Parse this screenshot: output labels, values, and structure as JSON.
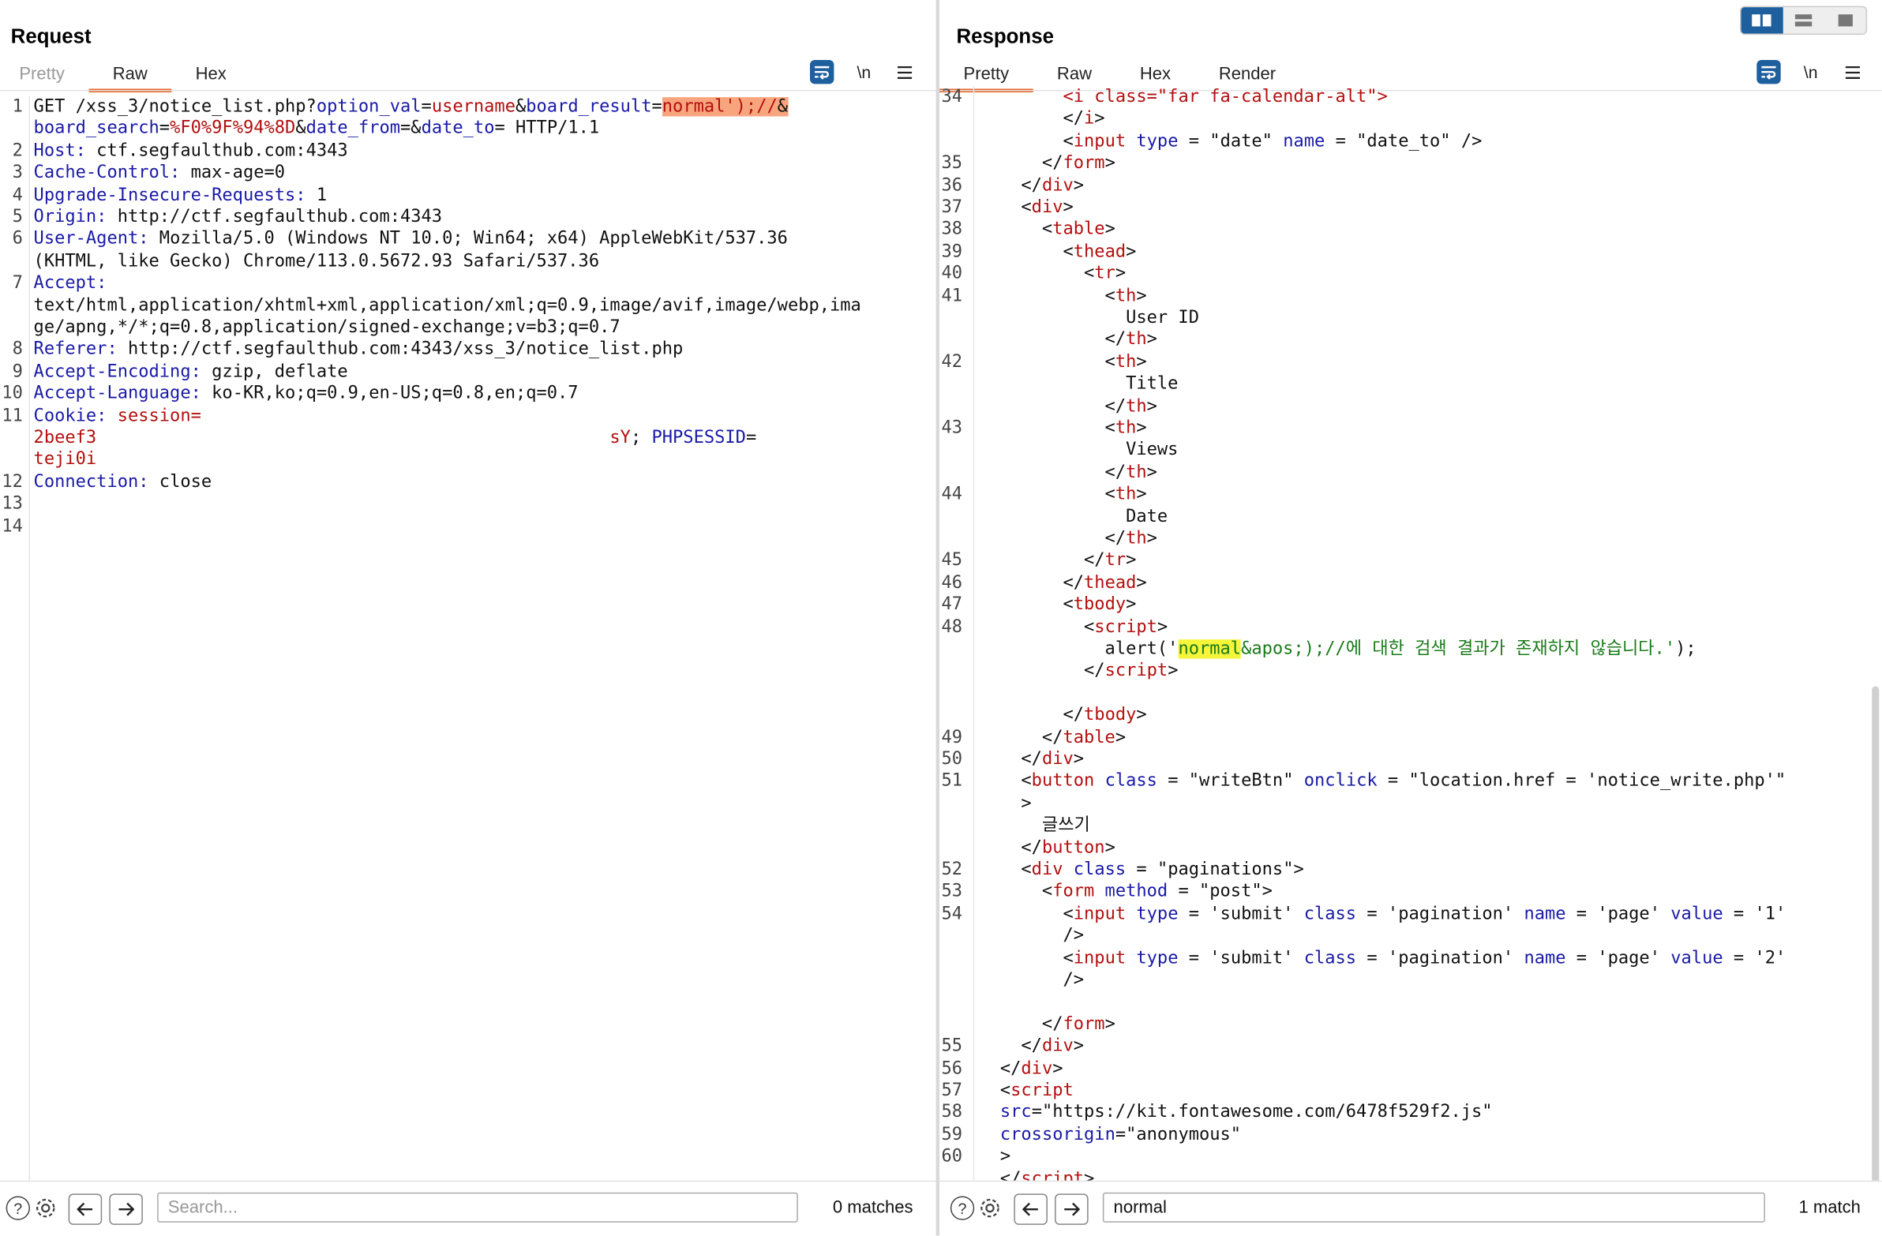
{
  "request": {
    "title": "Request",
    "tabs": [
      "Pretty",
      "Raw",
      "Hex"
    ],
    "active_tab": "Raw",
    "newline_label": "\\n",
    "search_placeholder": "Search...",
    "matches": "0 matches"
  },
  "response": {
    "title": "Response",
    "tabs": [
      "Pretty",
      "Raw",
      "Hex",
      "Render"
    ],
    "active_tab": "Pretty",
    "newline_label": "\\n",
    "search_value": "normal",
    "matches": "1 match"
  },
  "icons": {
    "wrap": "wrap-lines-icon",
    "menu": "hamburger-menu-icon",
    "help": "help-icon",
    "settings": "gear-icon",
    "back": "arrow-left-icon",
    "forward": "arrow-right-icon",
    "layout": [
      "split-horizontal-icon",
      "split-vertical-icon",
      "single-pane-icon"
    ]
  },
  "colors": {
    "accent": "#e8652a",
    "highlight_request": "#f8a57e",
    "highlight_response": "#f6f53a",
    "key": "#1a1aa6",
    "value": "#b31010"
  },
  "request_lines": [
    {
      "n": "1",
      "segs": [
        [
          "GET /xss_3/notice_list.php?",
          ""
        ],
        [
          "option_val",
          "k"
        ],
        [
          "=",
          ""
        ],
        [
          "username",
          "v"
        ],
        [
          "&",
          ""
        ],
        [
          "board_result",
          "k"
        ],
        [
          "=",
          ""
        ],
        [
          "normal');//",
          "v hl"
        ],
        [
          "&",
          "hl"
        ]
      ]
    },
    {
      "n": "",
      "segs": [
        [
          "board_search",
          "k"
        ],
        [
          "=",
          ""
        ],
        [
          "%F0%9F%94%8D",
          "v"
        ],
        [
          "&",
          ""
        ],
        [
          "date_from",
          "k"
        ],
        [
          "=&",
          ""
        ],
        [
          "date_to",
          "k"
        ],
        [
          "= HTTP/1.1",
          ""
        ]
      ]
    },
    {
      "n": "2",
      "segs": [
        [
          "Host:",
          "k"
        ],
        [
          " ctf.segfaulthub.com:4343",
          ""
        ]
      ]
    },
    {
      "n": "3",
      "segs": [
        [
          "Cache-Control:",
          "k"
        ],
        [
          " max-age=0",
          ""
        ]
      ]
    },
    {
      "n": "4",
      "segs": [
        [
          "Upgrade-Insecure-Requests:",
          "k"
        ],
        [
          " 1",
          ""
        ]
      ]
    },
    {
      "n": "5",
      "segs": [
        [
          "Origin:",
          "k"
        ],
        [
          " http://ctf.segfaulthub.com:4343",
          ""
        ]
      ]
    },
    {
      "n": "6",
      "segs": [
        [
          "User-Agent:",
          "k"
        ],
        [
          " Mozilla/5.0 (Windows NT 10.0; Win64; x64) AppleWebKit/537.36",
          ""
        ]
      ]
    },
    {
      "n": "",
      "segs": [
        [
          "(KHTML, like Gecko) Chrome/113.0.5672.93 Safari/537.36",
          ""
        ]
      ]
    },
    {
      "n": "7",
      "segs": [
        [
          "Accept:",
          "k"
        ]
      ]
    },
    {
      "n": "",
      "segs": [
        [
          "text/html,application/xhtml+xml,application/xml;q=0.9,image/avif,image/webp,ima",
          ""
        ]
      ]
    },
    {
      "n": "",
      "segs": [
        [
          "ge/apng,*/*;q=0.8,application/signed-exchange;v=b3;q=0.7",
          ""
        ]
      ]
    },
    {
      "n": "8",
      "segs": [
        [
          "Referer:",
          "k"
        ],
        [
          " http://ctf.segfaulthub.com:4343/xss_3/notice_list.php",
          ""
        ]
      ]
    },
    {
      "n": "9",
      "segs": [
        [
          "Accept-Encoding:",
          "k"
        ],
        [
          " gzip, deflate",
          ""
        ]
      ]
    },
    {
      "n": "10",
      "segs": [
        [
          "Accept-Language:",
          "k"
        ],
        [
          " ko-KR,ko;q=0.9,en-US;q=0.8,en;q=0.7",
          ""
        ]
      ]
    },
    {
      "n": "11",
      "segs": [
        [
          "Cookie:",
          "k"
        ],
        [
          " session=",
          "v"
        ]
      ]
    },
    {
      "n": "",
      "segs": [
        [
          "2beef3",
          "v"
        ],
        [
          "                                                 ",
          ""
        ],
        [
          "sY",
          "v"
        ],
        [
          "; ",
          ""
        ],
        [
          "PHPSESSID",
          "k"
        ],
        [
          "=",
          ""
        ]
      ]
    },
    {
      "n": "",
      "segs": [
        [
          "teji0i",
          "v"
        ]
      ]
    },
    {
      "n": "12",
      "segs": [
        [
          "Connection:",
          "k"
        ],
        [
          " close",
          ""
        ]
      ]
    },
    {
      "n": "13",
      "segs": []
    },
    {
      "n": "14",
      "segs": []
    }
  ],
  "response_lines": [
    {
      "n": "34",
      "segs": [
        [
          "        ",
          ""
        ],
        [
          "<i class=\"far fa-calendar-alt\">",
          "t"
        ]
      ]
    },
    {
      "n": "",
      "segs": [
        [
          "        </",
          ""
        ],
        [
          "i",
          "t"
        ],
        [
          ">",
          ""
        ]
      ]
    },
    {
      "n": "",
      "segs": [
        [
          "        <",
          ""
        ],
        [
          "input",
          "t"
        ],
        [
          " type",
          "k"
        ],
        [
          " = ",
          ""
        ],
        [
          "\"date\"",
          "dark"
        ],
        [
          " name",
          "k"
        ],
        [
          " = ",
          ""
        ],
        [
          "\"date_to\"",
          "dark"
        ],
        [
          " />",
          ""
        ]
      ]
    },
    {
      "n": "35",
      "segs": [
        [
          "      </",
          ""
        ],
        [
          "form",
          "t"
        ],
        [
          ">",
          ""
        ]
      ]
    },
    {
      "n": "36",
      "segs": [
        [
          "    </",
          ""
        ],
        [
          "div",
          "t"
        ],
        [
          ">",
          ""
        ]
      ]
    },
    {
      "n": "37",
      "segs": [
        [
          "    <",
          ""
        ],
        [
          "div",
          "t"
        ],
        [
          ">",
          ""
        ]
      ]
    },
    {
      "n": "38",
      "segs": [
        [
          "      <",
          ""
        ],
        [
          "table",
          "t"
        ],
        [
          ">",
          ""
        ]
      ]
    },
    {
      "n": "39",
      "segs": [
        [
          "        <",
          ""
        ],
        [
          "thead",
          "t"
        ],
        [
          ">",
          ""
        ]
      ]
    },
    {
      "n": "40",
      "segs": [
        [
          "          <",
          ""
        ],
        [
          "tr",
          "t"
        ],
        [
          ">",
          ""
        ]
      ]
    },
    {
      "n": "41",
      "segs": [
        [
          "            <",
          ""
        ],
        [
          "th",
          "t"
        ],
        [
          ">",
          ""
        ]
      ]
    },
    {
      "n": "",
      "segs": [
        [
          "              User ID",
          ""
        ]
      ]
    },
    {
      "n": "",
      "segs": [
        [
          "            </",
          ""
        ],
        [
          "th",
          "t"
        ],
        [
          ">",
          ""
        ]
      ]
    },
    {
      "n": "42",
      "segs": [
        [
          "            <",
          ""
        ],
        [
          "th",
          "t"
        ],
        [
          ">",
          ""
        ]
      ]
    },
    {
      "n": "",
      "segs": [
        [
          "              Title",
          ""
        ]
      ]
    },
    {
      "n": "",
      "segs": [
        [
          "            </",
          ""
        ],
        [
          "th",
          "t"
        ],
        [
          ">",
          ""
        ]
      ]
    },
    {
      "n": "43",
      "segs": [
        [
          "            <",
          ""
        ],
        [
          "th",
          "t"
        ],
        [
          ">",
          ""
        ]
      ]
    },
    {
      "n": "",
      "segs": [
        [
          "              Views",
          ""
        ]
      ]
    },
    {
      "n": "",
      "segs": [
        [
          "            </",
          ""
        ],
        [
          "th",
          "t"
        ],
        [
          ">",
          ""
        ]
      ]
    },
    {
      "n": "44",
      "segs": [
        [
          "            <",
          ""
        ],
        [
          "th",
          "t"
        ],
        [
          ">",
          ""
        ]
      ]
    },
    {
      "n": "",
      "segs": [
        [
          "              Date",
          ""
        ]
      ]
    },
    {
      "n": "",
      "segs": [
        [
          "            </",
          ""
        ],
        [
          "th",
          "t"
        ],
        [
          ">",
          ""
        ]
      ]
    },
    {
      "n": "45",
      "segs": [
        [
          "          </",
          ""
        ],
        [
          "tr",
          "t"
        ],
        [
          ">",
          ""
        ]
      ]
    },
    {
      "n": "46",
      "segs": [
        [
          "        </",
          ""
        ],
        [
          "thead",
          "t"
        ],
        [
          ">",
          ""
        ]
      ]
    },
    {
      "n": "47",
      "segs": [
        [
          "        <",
          ""
        ],
        [
          "tbody",
          "t"
        ],
        [
          ">",
          ""
        ]
      ]
    },
    {
      "n": "48",
      "segs": [
        [
          "          <",
          ""
        ],
        [
          "script",
          "t"
        ],
        [
          ">",
          ""
        ]
      ]
    },
    {
      "n": "",
      "segs": [
        [
          "            alert('",
          ""
        ],
        [
          "normal",
          "grn hy"
        ],
        [
          "&apos;);//에 대한 검색 결과가 존재하지 않습니다.'",
          "grn"
        ],
        [
          ");",
          ""
        ]
      ]
    },
    {
      "n": "",
      "segs": [
        [
          "          </",
          ""
        ],
        [
          "script",
          "t"
        ],
        [
          ">",
          ""
        ]
      ]
    },
    {
      "n": "",
      "segs": []
    },
    {
      "n": "",
      "segs": [
        [
          "        </",
          ""
        ],
        [
          "tbody",
          "t"
        ],
        [
          ">",
          ""
        ]
      ]
    },
    {
      "n": "49",
      "segs": [
        [
          "      </",
          ""
        ],
        [
          "table",
          "t"
        ],
        [
          ">",
          ""
        ]
      ]
    },
    {
      "n": "50",
      "segs": [
        [
          "    </",
          ""
        ],
        [
          "div",
          "t"
        ],
        [
          ">",
          ""
        ]
      ]
    },
    {
      "n": "51",
      "segs": [
        [
          "    <",
          ""
        ],
        [
          "button",
          "t"
        ],
        [
          " class",
          "k"
        ],
        [
          " = ",
          ""
        ],
        [
          "\"writeBtn\"",
          "dark"
        ],
        [
          " onclick",
          "k"
        ],
        [
          " = ",
          ""
        ],
        [
          "\"location.href = 'notice_write.php'\"",
          "dark"
        ]
      ]
    },
    {
      "n": "",
      "segs": [
        [
          "    >",
          ""
        ]
      ]
    },
    {
      "n": "",
      "segs": [
        [
          "      글쓰기",
          ""
        ]
      ]
    },
    {
      "n": "",
      "segs": [
        [
          "    </",
          ""
        ],
        [
          "button",
          "t"
        ],
        [
          ">",
          ""
        ]
      ]
    },
    {
      "n": "52",
      "segs": [
        [
          "    <",
          ""
        ],
        [
          "div",
          "t"
        ],
        [
          " class",
          "k"
        ],
        [
          " = ",
          ""
        ],
        [
          "\"paginations\"",
          "dark"
        ],
        [
          ">",
          ""
        ]
      ]
    },
    {
      "n": "53",
      "segs": [
        [
          "      <",
          ""
        ],
        [
          "form",
          "t"
        ],
        [
          " method",
          "k"
        ],
        [
          " = ",
          ""
        ],
        [
          "\"post\"",
          "dark"
        ],
        [
          ">",
          ""
        ]
      ]
    },
    {
      "n": "54",
      "segs": [
        [
          "        <",
          ""
        ],
        [
          "input",
          "t"
        ],
        [
          " type",
          "k"
        ],
        [
          " = ",
          ""
        ],
        [
          "'submit'",
          "dark"
        ],
        [
          " class",
          "k"
        ],
        [
          " = ",
          ""
        ],
        [
          "'pagination'",
          "dark"
        ],
        [
          " name",
          "k"
        ],
        [
          " = ",
          ""
        ],
        [
          "'page'",
          "dark"
        ],
        [
          " value",
          "k"
        ],
        [
          " = ",
          ""
        ],
        [
          "'1'",
          "dark"
        ]
      ]
    },
    {
      "n": "",
      "segs": [
        [
          "        />",
          ""
        ]
      ]
    },
    {
      "n": "",
      "segs": [
        [
          "        <",
          ""
        ],
        [
          "input",
          "t"
        ],
        [
          " type",
          "k"
        ],
        [
          " = ",
          ""
        ],
        [
          "'submit'",
          "dark"
        ],
        [
          " class",
          "k"
        ],
        [
          " = ",
          ""
        ],
        [
          "'pagination'",
          "dark"
        ],
        [
          " name",
          "k"
        ],
        [
          " = ",
          ""
        ],
        [
          "'page'",
          "dark"
        ],
        [
          " value",
          "k"
        ],
        [
          " = ",
          ""
        ],
        [
          "'2'",
          "dark"
        ]
      ]
    },
    {
      "n": "",
      "segs": [
        [
          "        />",
          ""
        ]
      ]
    },
    {
      "n": "",
      "segs": []
    },
    {
      "n": "",
      "segs": [
        [
          "      </",
          ""
        ],
        [
          "form",
          "t"
        ],
        [
          ">",
          ""
        ]
      ]
    },
    {
      "n": "55",
      "segs": [
        [
          "    </",
          ""
        ],
        [
          "div",
          "t"
        ],
        [
          ">",
          ""
        ]
      ]
    },
    {
      "n": "56",
      "segs": [
        [
          "  </",
          ""
        ],
        [
          "div",
          "t"
        ],
        [
          ">",
          ""
        ]
      ]
    },
    {
      "n": "57",
      "segs": [
        [
          "  <",
          ""
        ],
        [
          "script",
          "t"
        ]
      ]
    },
    {
      "n": "58",
      "segs": [
        [
          "  ",
          ""
        ],
        [
          "src",
          "k"
        ],
        [
          "=",
          ""
        ],
        [
          "\"https://kit.fontawesome.com/6478f529f2.js\"",
          "dark"
        ]
      ]
    },
    {
      "n": "59",
      "segs": [
        [
          "  ",
          ""
        ],
        [
          "crossorigin",
          "k"
        ],
        [
          "=",
          ""
        ],
        [
          "\"anonymous\"",
          "dark"
        ]
      ]
    },
    {
      "n": "60",
      "segs": [
        [
          "  >",
          ""
        ]
      ]
    },
    {
      "n": "",
      "segs": [
        [
          "  </",
          ""
        ],
        [
          "script",
          "t"
        ],
        [
          ">",
          ""
        ]
      ]
    }
  ]
}
